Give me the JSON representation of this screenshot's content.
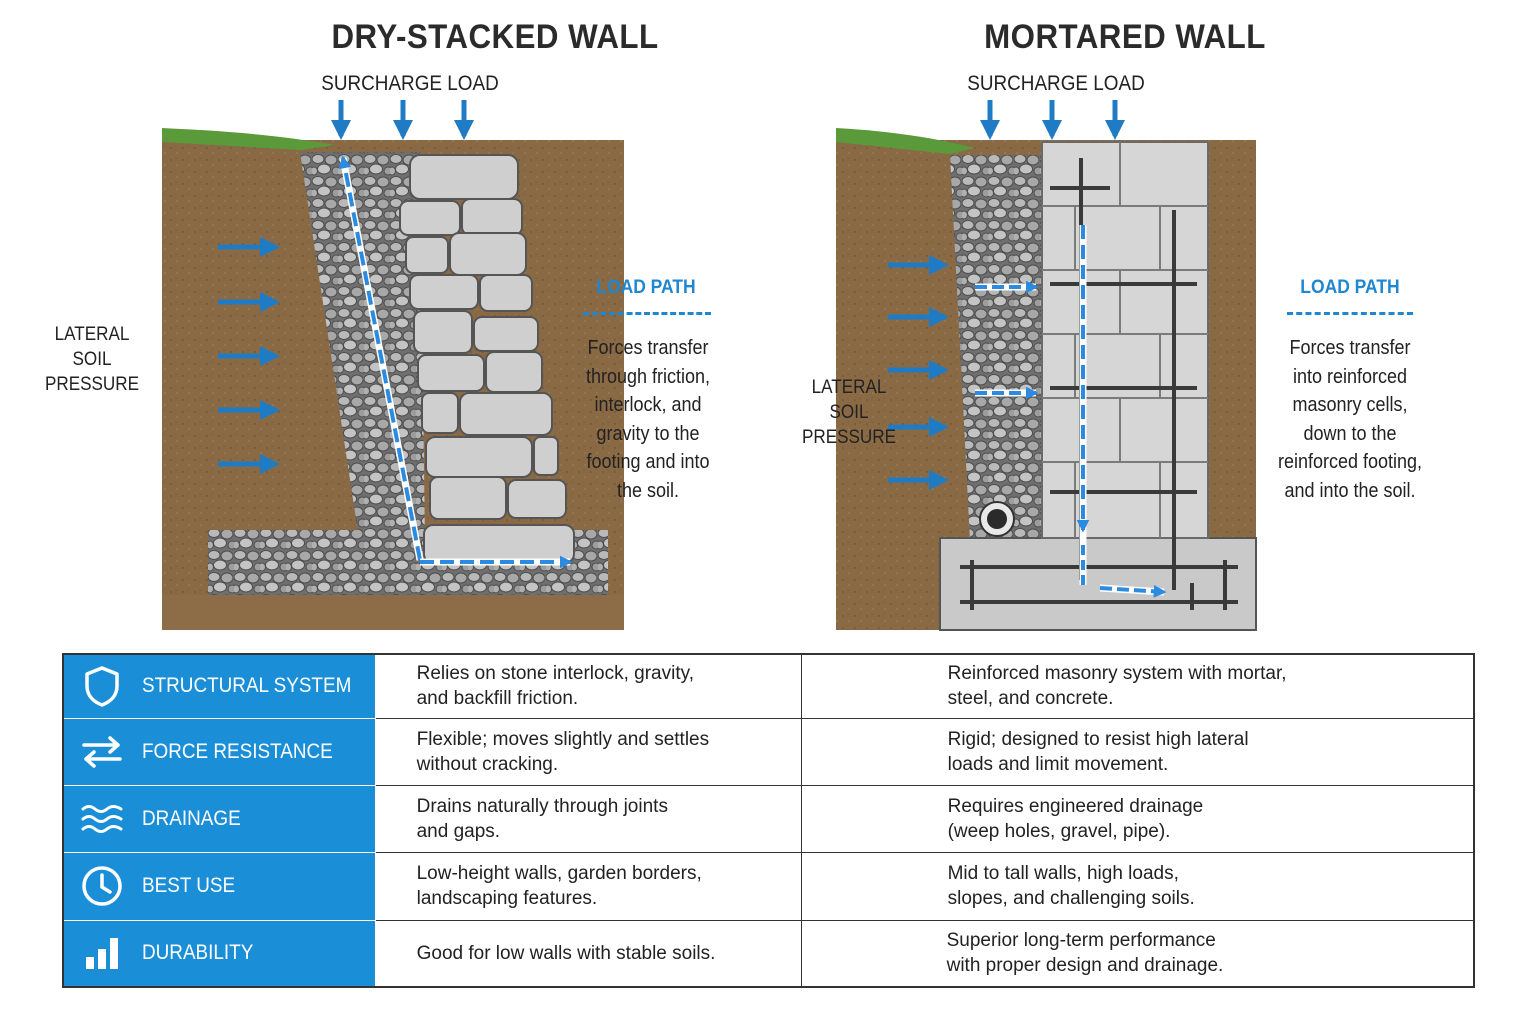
{
  "left": {
    "title": "DRY-STACKED WALL",
    "surcharge": "SURCHARGE LOAD",
    "lateral_line1": "LATERAL",
    "lateral_line2": "SOIL PRESSURE",
    "load_path_title": "LOAD PATH",
    "load_path_text": [
      "Forces transfer",
      "through friction,",
      "interlock, and",
      "gravity to the",
      "footing and into",
      "the soil."
    ]
  },
  "right": {
    "title": "MORTARED WALL",
    "surcharge": "SURCHARGE LOAD",
    "lateral_line1": "LATERAL",
    "lateral_line2": "SOIL PRESSURE",
    "load_path_title": "LOAD PATH",
    "load_path_text": [
      "Forces transfer",
      "into reinforced",
      "masonry cells,",
      "down to the",
      "reinforced footing,",
      "and into the soil."
    ]
  },
  "colors": {
    "accent": "#1a8fd8",
    "arrow": "#1f7cc4",
    "soil": "#8a6a45",
    "grass": "#5a9a3a"
  },
  "table": {
    "rows": [
      {
        "icon": "shield-icon",
        "label": "STRUCTURAL SYSTEM",
        "dry": [
          "Relies on stone interlock, gravity,",
          "and backfill friction."
        ],
        "mortared": [
          "Reinforced masonry system with mortar,",
          "steel, and concrete."
        ]
      },
      {
        "icon": "arrows-exchange-icon",
        "label": "FORCE RESISTANCE",
        "dry": [
          "Flexible; moves slightly and settles",
          "without cracking."
        ],
        "mortared": [
          "Rigid; designed to resist high lateral",
          "loads and limit movement."
        ]
      },
      {
        "icon": "waves-icon",
        "label": "DRAINAGE",
        "dry": [
          "Drains naturally through joints",
          "and gaps."
        ],
        "mortared": [
          "Requires engineered drainage",
          "(weep holes, gravel, pipe)."
        ]
      },
      {
        "icon": "clock-icon",
        "label": "BEST USE",
        "dry": [
          "Low-height walls, garden borders,",
          "landscaping features."
        ],
        "mortared": [
          "Mid to tall walls, high loads,",
          "slopes, and challenging soils."
        ]
      },
      {
        "icon": "bar-chart-icon",
        "label": "DURABILITY",
        "dry": [
          "Good for low walls with stable soils."
        ],
        "mortared": [
          "Superior long-term performance",
          "with proper design and drainage."
        ]
      }
    ]
  }
}
